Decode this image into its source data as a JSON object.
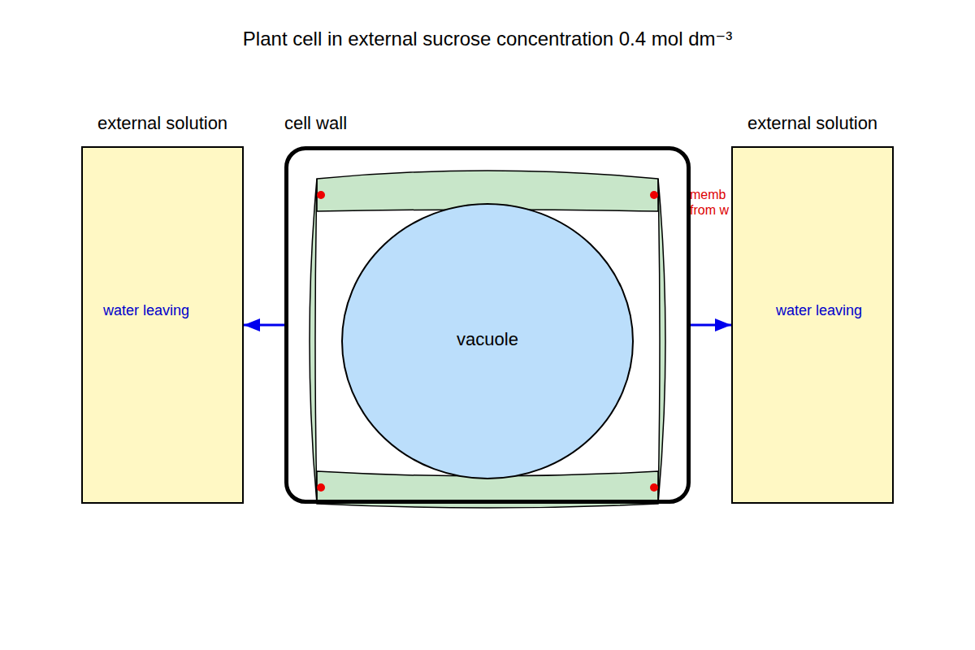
{
  "diagram": {
    "title": "Plant cell in external sucrose concentration 0.4 mol dm⁻³",
    "nodes": [
      {
        "text": [
          "external solution",
          "water leaving"
        ]
      },
      {
        "text": [
          "cell wall"
        ]
      },
      {
        "text": [
          "vacuole"
        ],
        "in": 1
      },
      {
        "text": [
          "external solution",
          "water leaving"
        ]
      }
    ],
    "edges": [
      {
        "from": 1,
        "to": 0,
        "arrow": "to"
      },
      {
        "from": 1,
        "to": 3,
        "arrow": "to"
      }
    ],
    "labels": [
      "memb from w"
    ]
  }
}
